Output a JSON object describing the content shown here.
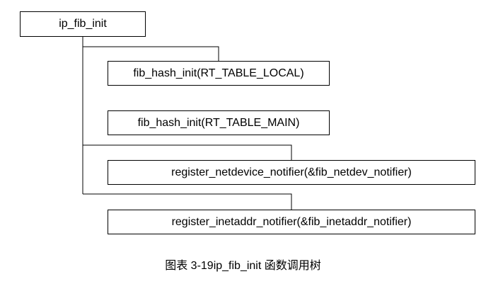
{
  "diagram": {
    "root": "ip_fib_init",
    "children": [
      "fib_hash_init(RT_TABLE_LOCAL)",
      "fib_hash_init(RT_TABLE_MAIN)",
      "register_netdevice_notifier(&fib_netdev_notifier)",
      "register_inetaddr_notifier(&fib_inetaddr_notifier)"
    ],
    "caption": "图表  3-19ip_fib_init 函数调用树"
  }
}
